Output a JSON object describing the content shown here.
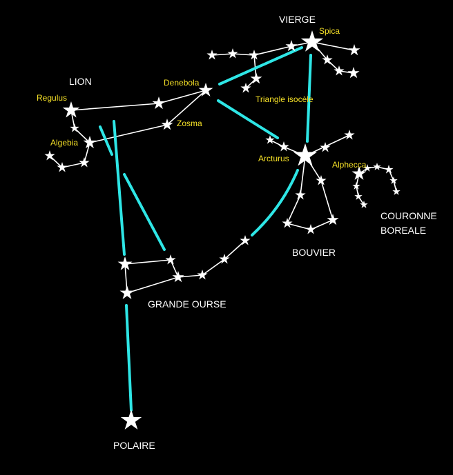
{
  "colors": {
    "background": "#000000",
    "star": "#ffffff",
    "constellation_line": "#ffffff",
    "guide_line": "#2ee6e6",
    "constellation_label": "#ffffff",
    "star_label": "#f5e027"
  },
  "constellations": {
    "lion": "LION",
    "vierge": "VIERGE",
    "grande_ourse": "GRANDE OURSE",
    "polaire": "POLAIRE",
    "bouvier": "BOUVIER",
    "couronne_line1": "COURONNE",
    "couronne_line2": "BOREALE"
  },
  "stars": {
    "spica": "Spica",
    "regulus": "Regulus",
    "denebola": "Denebola",
    "zosma": "Zosma",
    "algebia": "Algebia",
    "arcturus": "Arcturus",
    "alphecca": "Alphecca"
  },
  "figures": {
    "triangle": "Triangle isocèle"
  }
}
